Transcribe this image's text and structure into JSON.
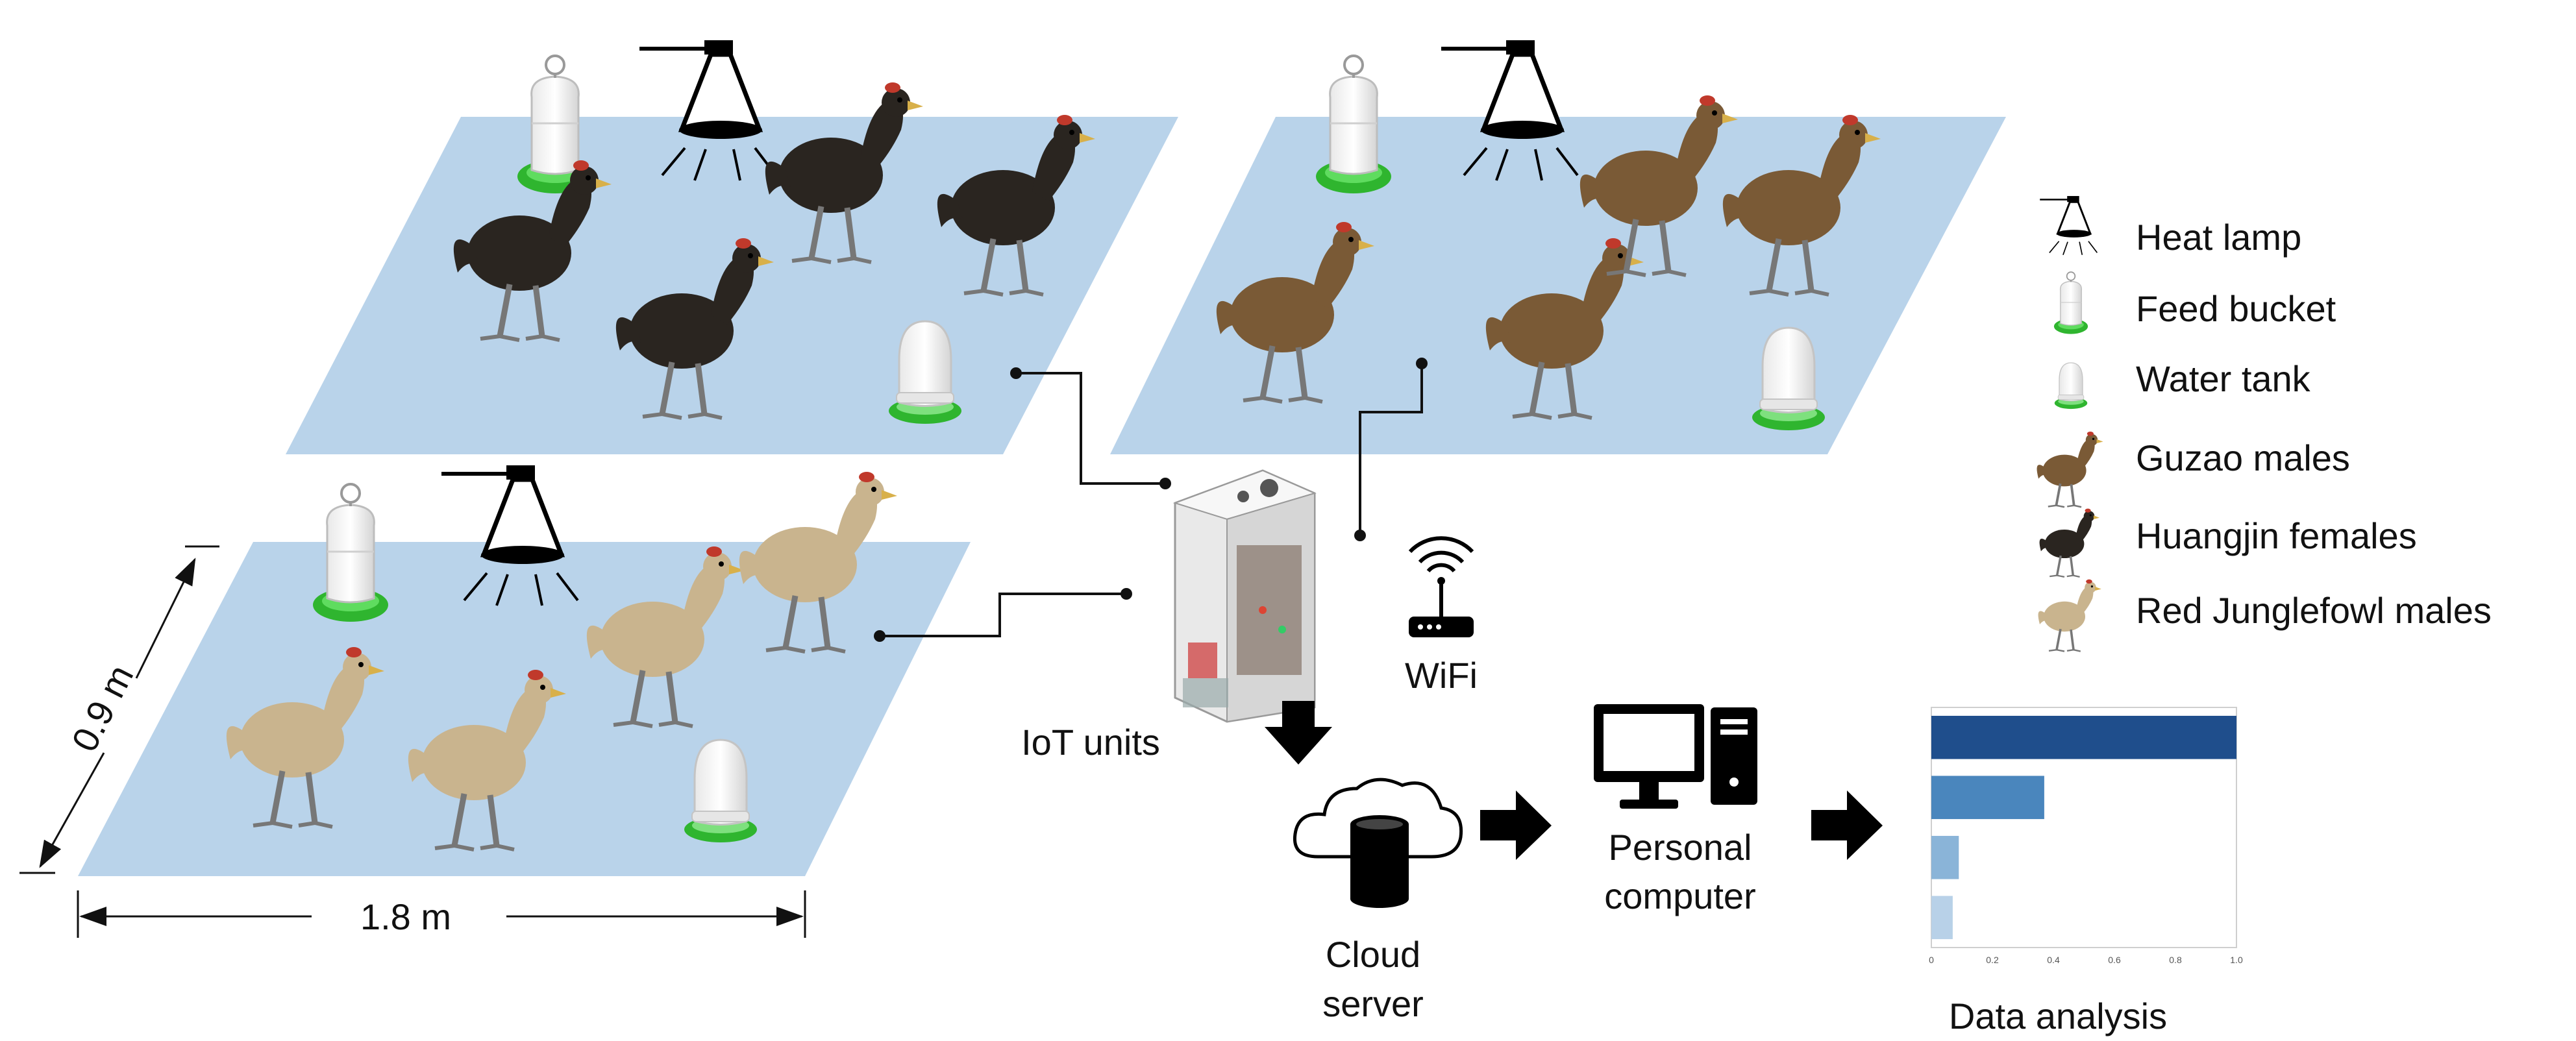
{
  "legend": {
    "items": [
      {
        "label": "Heat lamp",
        "icon": "heat-lamp-icon"
      },
      {
        "label": "Feed bucket",
        "icon": "feed-bucket-icon"
      },
      {
        "label": "Water tank",
        "icon": "water-tank-icon"
      },
      {
        "label": "Guzao males",
        "icon": "guzao-chicken-icon"
      },
      {
        "label": "Huangjin females",
        "icon": "huangjin-chicken-icon"
      },
      {
        "label": "Red Junglefowl males",
        "icon": "junglefowl-chicken-icon"
      }
    ]
  },
  "labels": {
    "iot_units": "IoT units",
    "wifi": "WiFi",
    "cloud_server_line1": "Cloud",
    "cloud_server_line2": "server",
    "personal_computer_line1": "Personal",
    "personal_computer_line2": "computer",
    "data_analysis": "Data analysis"
  },
  "dimensions": {
    "width": "1.8 m",
    "depth": "0.9 m"
  },
  "pens": [
    {
      "name": "huangjin-pen",
      "breed": "Huangjin females",
      "bird_color": "#2a2520"
    },
    {
      "name": "guzao-pen",
      "breed": "Guzao males",
      "bird_color": "#7a5a36"
    },
    {
      "name": "junglefowl-pen",
      "breed": "Red Junglefowl males",
      "bird_color": "#c9b48e"
    }
  ],
  "chart_data": {
    "type": "bar",
    "orientation": "horizontal",
    "values": [
      1.0,
      0.37,
      0.09,
      0.07
    ],
    "colors": [
      "#1f4e8c",
      "#4a86bd",
      "#8ab4d8",
      "#b8d1e8"
    ],
    "xlim": [
      0,
      1.0
    ],
    "xticks": [
      "0",
      "0.2",
      "0.4",
      "0.6",
      "0.8",
      "1.0"
    ]
  },
  "colors": {
    "floor": "#b9d3ea",
    "feeder_base": "#3cc23c",
    "arrow": "#000000"
  }
}
